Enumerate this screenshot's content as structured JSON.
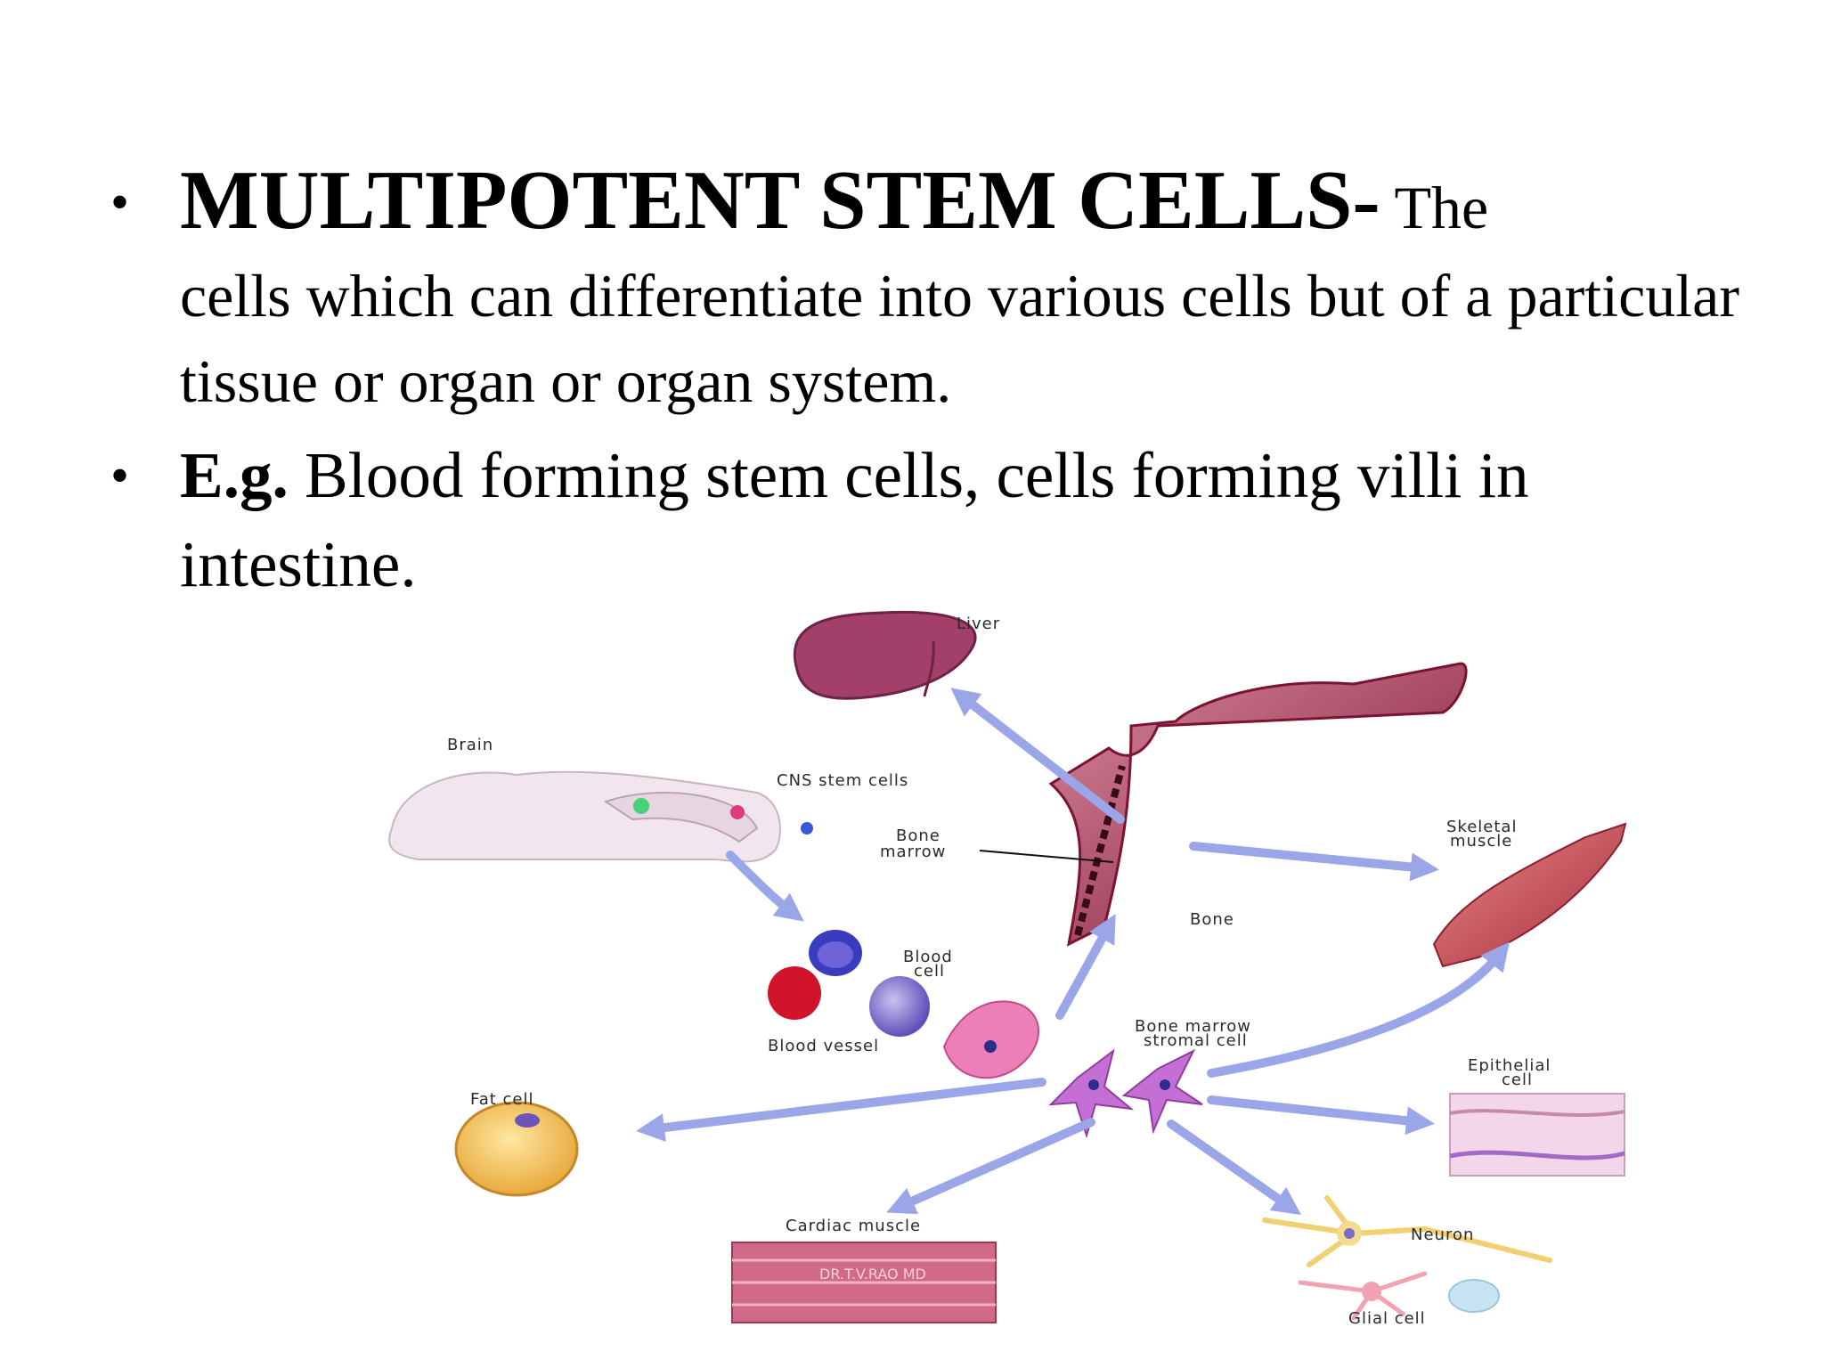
{
  "bullets": [
    {
      "heading": "MULTIPOTENT STEM CELLS-",
      "lead": " The",
      "body": "cells which can differentiate into various cells but of a particular tissue or organ or organ system."
    },
    {
      "label": "E.g.",
      "body": " Blood forming stem cells, cells forming villi in intestine."
    }
  ],
  "diagram": {
    "labels": {
      "liver": "Liver",
      "brain": "Brain",
      "cns": "CNS stem cells",
      "bone_marrow_1": "Bone",
      "bone_marrow_2": "marrow",
      "skeletal_1": "Skeletal",
      "skeletal_2": "muscle",
      "bone": "Bone",
      "blood_cell_1": "Blood",
      "blood_cell_2": "cell",
      "blood_vessel": "Blood vessel",
      "stromal_1": "Bone marrow",
      "stromal_2": "stromal cell",
      "fat_cell": "Fat cell",
      "epithelial_1": "Epithelial",
      "epithelial_2": "cell",
      "cardiac": "Cardiac muscle",
      "neuron": "Neuron",
      "glial": "Glial cell"
    },
    "watermark": "DR.T.V.RAO MD",
    "colors": {
      "arrow": "#9aa6e8",
      "bone": "#8b1d3c",
      "liver": "#a2406a",
      "muscle": "#c0394b"
    }
  }
}
